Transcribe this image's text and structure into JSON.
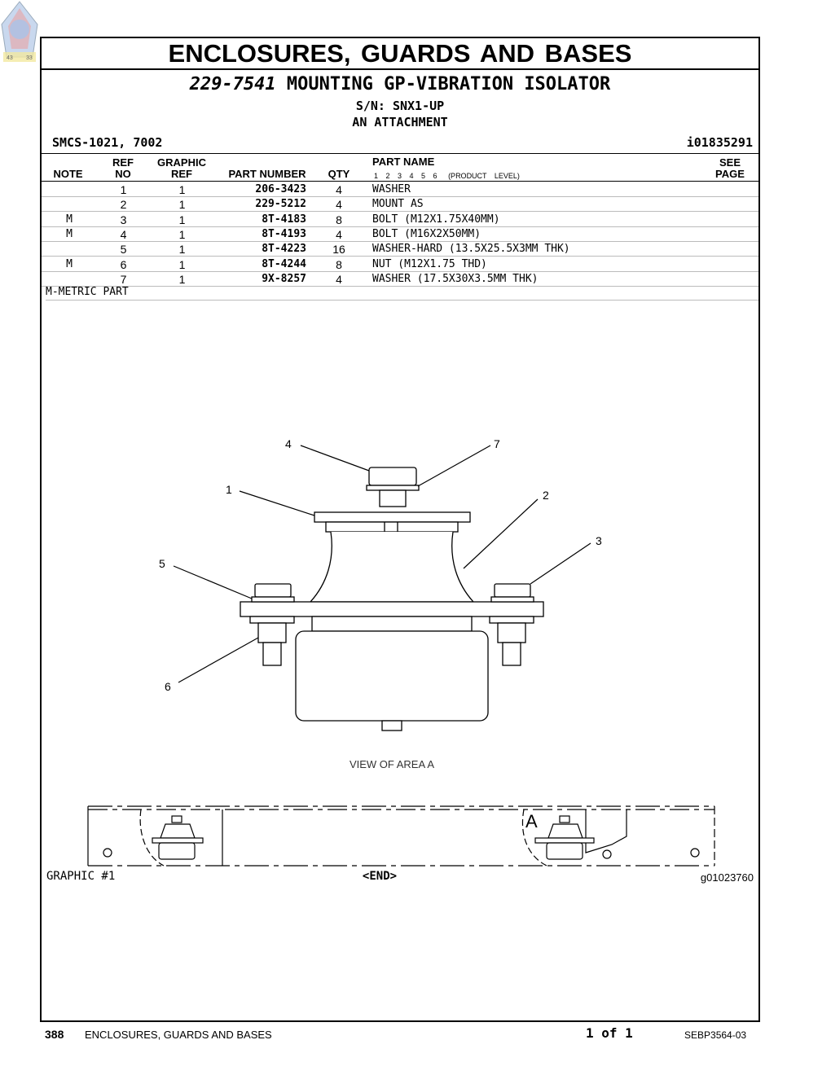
{
  "document": {
    "section_title": "ENCLOSURES, GUARDS AND BASES",
    "part_number": "229-7541",
    "part_title": "MOUNTING GP-VIBRATION ISOLATOR",
    "serial": "S/N: SNX1-UP",
    "attachment": "AN ATTACHMENT",
    "smcs": "SMCS-1021, 7002",
    "illustration_id": "i01835291"
  },
  "logo": {
    "left_number": "43",
    "right_number": "33"
  },
  "table": {
    "headers": {
      "note": "NOTE",
      "ref_top": "REF",
      "ref_bottom": "NO",
      "graphic_top": "GRAPHIC",
      "graphic_bottom": "REF",
      "part_number": "PART NUMBER",
      "qty": "QTY",
      "part_name": "PART NAME",
      "level_numbers": "1 2 3 4 5 6",
      "product_level": "(PRODUCT LEVEL)",
      "see_top": "SEE",
      "see_bottom": "PAGE"
    },
    "rows": [
      {
        "note": "",
        "ref": "1",
        "gref": "1",
        "pn": "206-3423",
        "qty": "4",
        "name": "WASHER"
      },
      {
        "note": "",
        "ref": "2",
        "gref": "1",
        "pn": "229-5212",
        "qty": "4",
        "name": "MOUNT AS"
      },
      {
        "note": "M",
        "ref": "3",
        "gref": "1",
        "pn": "8T-4183",
        "qty": "8",
        "name": "BOLT (M12X1.75X40MM)"
      },
      {
        "note": "M",
        "ref": "4",
        "gref": "1",
        "pn": "8T-4193",
        "qty": "4",
        "name": "BOLT (M16X2X50MM)"
      },
      {
        "note": "",
        "ref": "5",
        "gref": "1",
        "pn": "8T-4223",
        "qty": "16",
        "name": "WASHER-HARD (13.5X25.5X3MM THK)"
      },
      {
        "note": "M",
        "ref": "6",
        "gref": "1",
        "pn": "8T-4244",
        "qty": "8",
        "name": "NUT (M12X1.75 THD)"
      },
      {
        "note": "",
        "ref": "7",
        "gref": "1",
        "pn": "9X-8257",
        "qty": "4",
        "name": "WASHER (17.5X30X3.5MM THK)"
      }
    ],
    "metric_note": "M-METRIC PART"
  },
  "illustration": {
    "callouts": [
      "4",
      "7",
      "1",
      "2",
      "3",
      "5",
      "6"
    ],
    "view_caption": "VIEW OF AREA  A",
    "area_label": "A",
    "graphic_label": "GRAPHIC #1",
    "end_mark": "<END>",
    "graphic_id": "g01023760"
  },
  "footer": {
    "page_number": "388",
    "section": "ENCLOSURES, GUARDS AND BASES",
    "page_of": "1 of 1",
    "doc_id": "SEBP3564-03"
  }
}
